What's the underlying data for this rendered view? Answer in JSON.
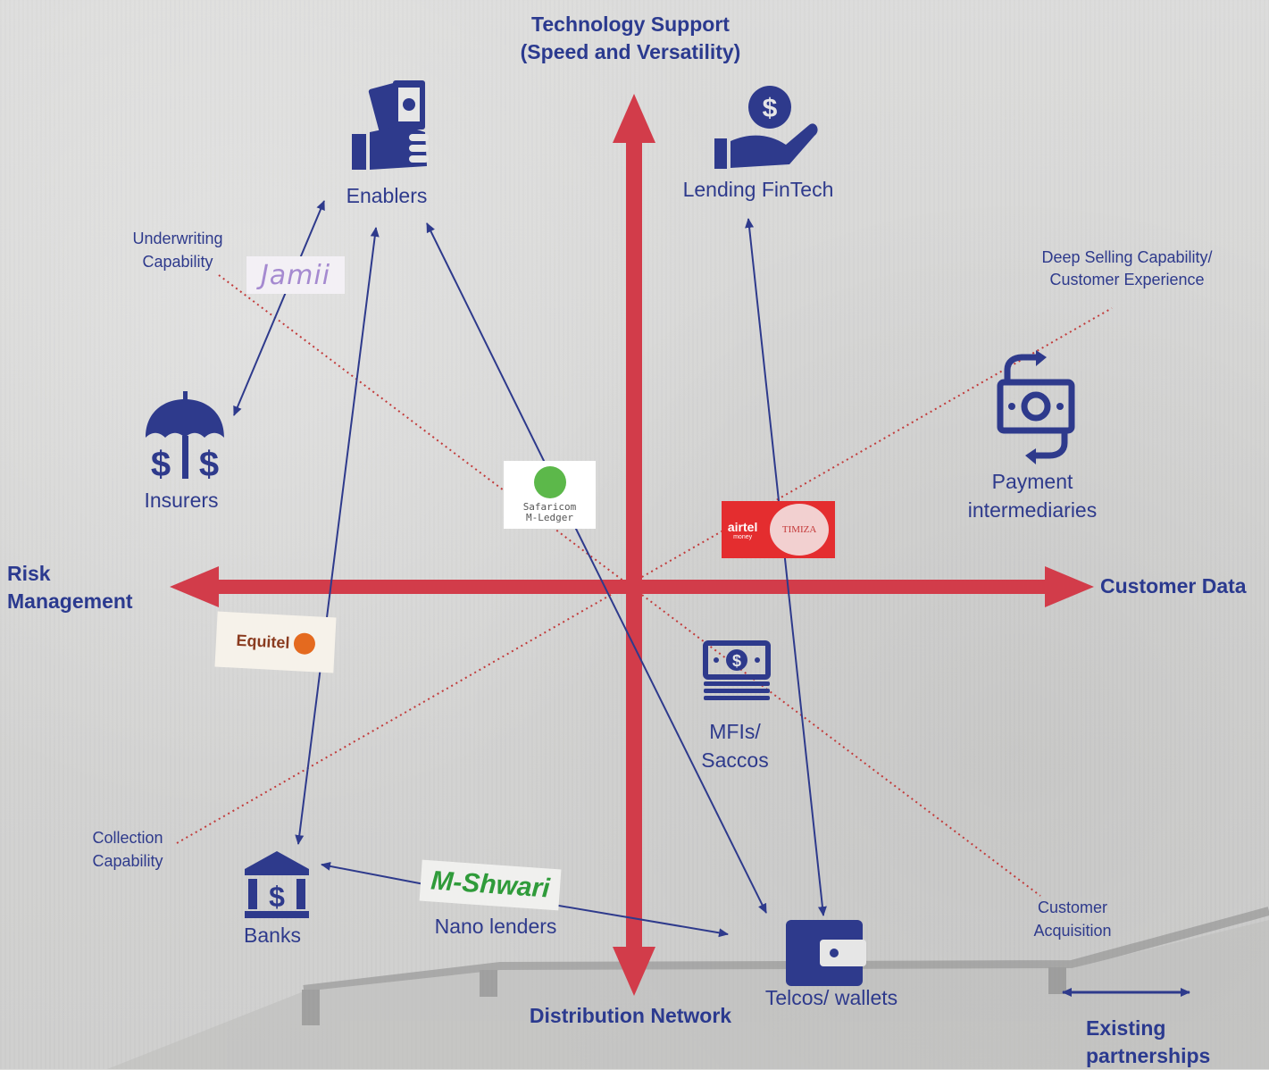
{
  "axes": {
    "top": [
      "Technology Support",
      "(Speed and Versatility)"
    ],
    "bottom": "Distribution Network",
    "left": [
      "Risk",
      "Management"
    ],
    "right": "Customer Data"
  },
  "nodes": {
    "enablers": "Enablers",
    "lending_fintech": "Lending FinTech",
    "insurers": "Insurers",
    "payment_intermediaries": [
      "Payment",
      "intermediaries"
    ],
    "mfis_saccos": [
      "MFIs/",
      "Saccos"
    ],
    "banks": "Banks",
    "nano_lenders": "Nano lenders",
    "telcos_wallets": "Telcos/ wallets"
  },
  "capabilities": {
    "underwriting": [
      "Underwriting",
      "Capability"
    ],
    "deep_selling": [
      "Deep Selling Capability/",
      "Customer Experience"
    ],
    "collection": [
      "Collection",
      "Capability"
    ],
    "customer_acquisition": [
      "Customer",
      "Acquisition"
    ]
  },
  "logos": {
    "jamii": "Jamii",
    "safaricom": [
      "Safaricom",
      "M-Ledger"
    ],
    "airtel": "airtel",
    "airtel_sub": "money",
    "timiza": "TIMIZA",
    "equitel": "Equitel",
    "mshwari": "M-Shwari"
  },
  "legend": {
    "label": [
      "Existing",
      "partnerships"
    ]
  },
  "colors": {
    "axis_red": "#d23c4a",
    "navy": "#2e3a8c",
    "dotted_red": "#c23b3b"
  }
}
